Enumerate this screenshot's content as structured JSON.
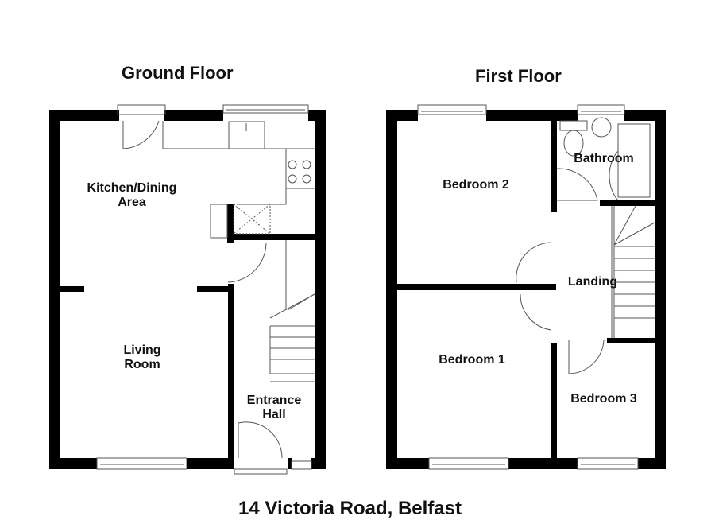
{
  "ground_floor": {
    "title": "Ground Floor",
    "rooms": {
      "kitchen_dining": {
        "line1": "Kitchen/Dining",
        "line2": "Area"
      },
      "living_room": {
        "line1": "Living",
        "line2": "Room"
      },
      "entrance_hall": {
        "line1": "Entrance",
        "line2": "Hall"
      }
    }
  },
  "first_floor": {
    "title": "First Floor",
    "rooms": {
      "bedroom_2": "Bedroom 2",
      "bathroom": "Bathroom",
      "landing": "Landing",
      "bedroom_1": "Bedroom 1",
      "bedroom_3": "Bedroom 3"
    }
  },
  "address": "14 Victoria Road, Belfast",
  "colors": {
    "wall": "#000000",
    "fixture_line": "#555555",
    "background": "#ffffff"
  }
}
